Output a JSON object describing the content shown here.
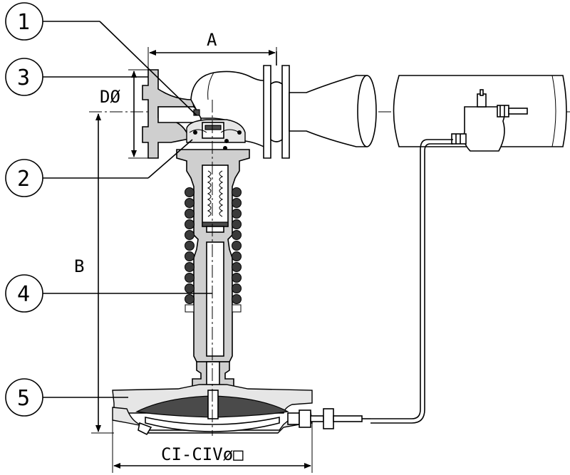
{
  "callouts": [
    {
      "id": "1",
      "label": "1"
    },
    {
      "id": "2",
      "label": "2"
    },
    {
      "id": "3",
      "label": "3"
    },
    {
      "id": "4",
      "label": "4"
    },
    {
      "id": "5",
      "label": "5"
    }
  ],
  "dimensions": {
    "a": "A",
    "b": "B",
    "d": "DØ",
    "c": "CI-CIVø□"
  }
}
